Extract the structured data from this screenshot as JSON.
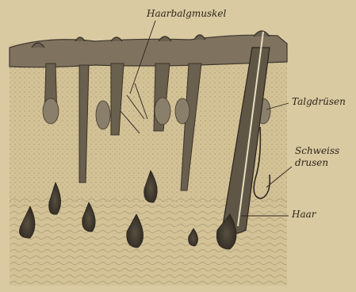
{
  "labels": {
    "hair_muscle": "Haarbalgmuskel",
    "sebaceous_glands": "Talgdrüsen",
    "sweat_glands_line1": "Schweiss",
    "sweat_glands_line2": "drusen",
    "hair": "Haar"
  },
  "colors": {
    "paper": "#d9caa2",
    "ink": "#2c2418",
    "epidermis": "#7a6e5c",
    "follicle_dark": "#4a4236",
    "dermis_texture": "#a89878"
  }
}
